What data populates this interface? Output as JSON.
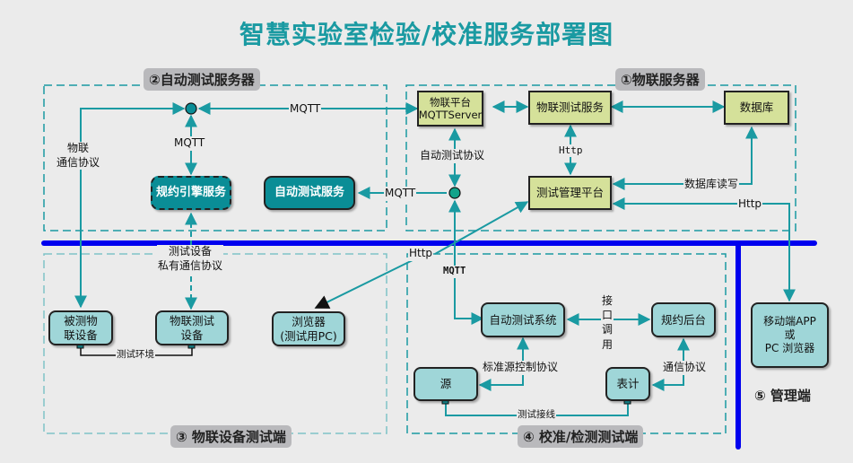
{
  "title": "智慧实验室检验/校准服务部署图",
  "colors": {
    "title": "#1a9aa2",
    "line": "#1a9aa2",
    "bus": "#0000ee",
    "green_node": "#d5e19a",
    "cyan_node": "#9fd6d8",
    "teal_node": "#0a8d96",
    "zone_label_bg": "#b9b9bc",
    "background": "#ebebeb"
  },
  "zones": {
    "iot_server": "①物联服务器",
    "auto_test_server": "②自动测试服务器",
    "iot_device_test": "③ 物联设备测试端",
    "calibration_test": "④ 校准/检测测试端",
    "management": "⑤ 管理端"
  },
  "nodes": {
    "iot_platform": "物联平台\nMQTTServer",
    "iot_test_service": "物联测试服务",
    "database": "数据库",
    "test_mgmt_platform": "测试管理平台",
    "protocol_engine": "规约引擎服务",
    "auto_test_service": "自动测试服务",
    "dut_device": "被测物\n联设备",
    "iot_test_device": "物联测试\n设备",
    "browser": "浏览器\n(测试用PC)",
    "auto_test_system": "自动测试系统",
    "protocol_backend": "规约后台",
    "source": "源",
    "meter": "表计",
    "mobile_app": "移动端APP\n或\nPC 浏览器"
  },
  "edge_labels": {
    "mqtt_top": "MQTT",
    "mqtt_vertical": "MQTT",
    "mqtt_mid": "MQTT",
    "mqtt_bottom": "MQTT",
    "iot_protocol": "物联\n通信协议",
    "auto_test_protocol": "自动测试协议",
    "http_mid": "Http",
    "db_rw": "数据库读写",
    "http_right": "Http",
    "http_browser": "Http",
    "private_protocol": "测试设备\n私有通信协议",
    "test_env": "测试环境",
    "interface_call": "接\n口\n调\n用",
    "std_source_protocol": "标准源控制协议",
    "comm_protocol": "通信协议",
    "test_wiring": "测试接线"
  }
}
